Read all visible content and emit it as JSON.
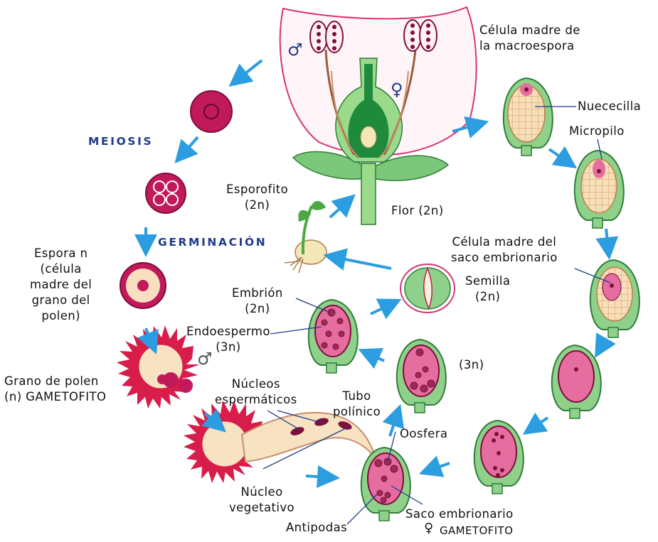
{
  "colors": {
    "arrow": "#2b9de0",
    "stage_label": "#1f3b8a",
    "leaf_green": "#7cc87a",
    "stem_green": "#9bd98b",
    "ovary_dark": "#1e8a3c",
    "magenta": "#c2195b",
    "nucleus": "#7d0f3a",
    "sac_pink": "#e66da0",
    "nucellus_tan": "#f3dbb8",
    "petal_outline": "#d8346e",
    "pollen_red": "#d81d4a"
  },
  "symbols": {
    "male": "♂",
    "female": "♀"
  },
  "labels": {
    "celula_madre_macro": "Célula madre de\nla macroespora",
    "nuececilla": "Nuececilla",
    "micropilo": "Micropilo",
    "celula_madre_saco": "Célula madre del\nsaco embrionario",
    "semilla": "Semilla\n(2n)",
    "esporofito": "Esporofito\n(2n)",
    "flor": "Flor (2n)",
    "meiosis": "MEIOSIS",
    "germinacion": "GERMINACIÓN",
    "espora": "Espora n\n(célula\nmadre del\ngrano del\npolen)",
    "embrion": "Embrión\n(2n)",
    "endoespermo": "Endoespermo\n(3n)",
    "tres_n": "(3n)",
    "grano_polen": "Grano de polen\n(n) GAMETOFITO",
    "nucleos_espermaticos": "Núcleos\nespermáticos",
    "tubo_polinico": "Tubo\npolínico",
    "oosfera": "Oosfera",
    "nucleo_vegetativo": "Núcleo\nvegetativo",
    "saco_embrionario": "Saco embrionario",
    "antipodas": "Antipodas",
    "gametofito_fem": "GAMETOFITO"
  }
}
